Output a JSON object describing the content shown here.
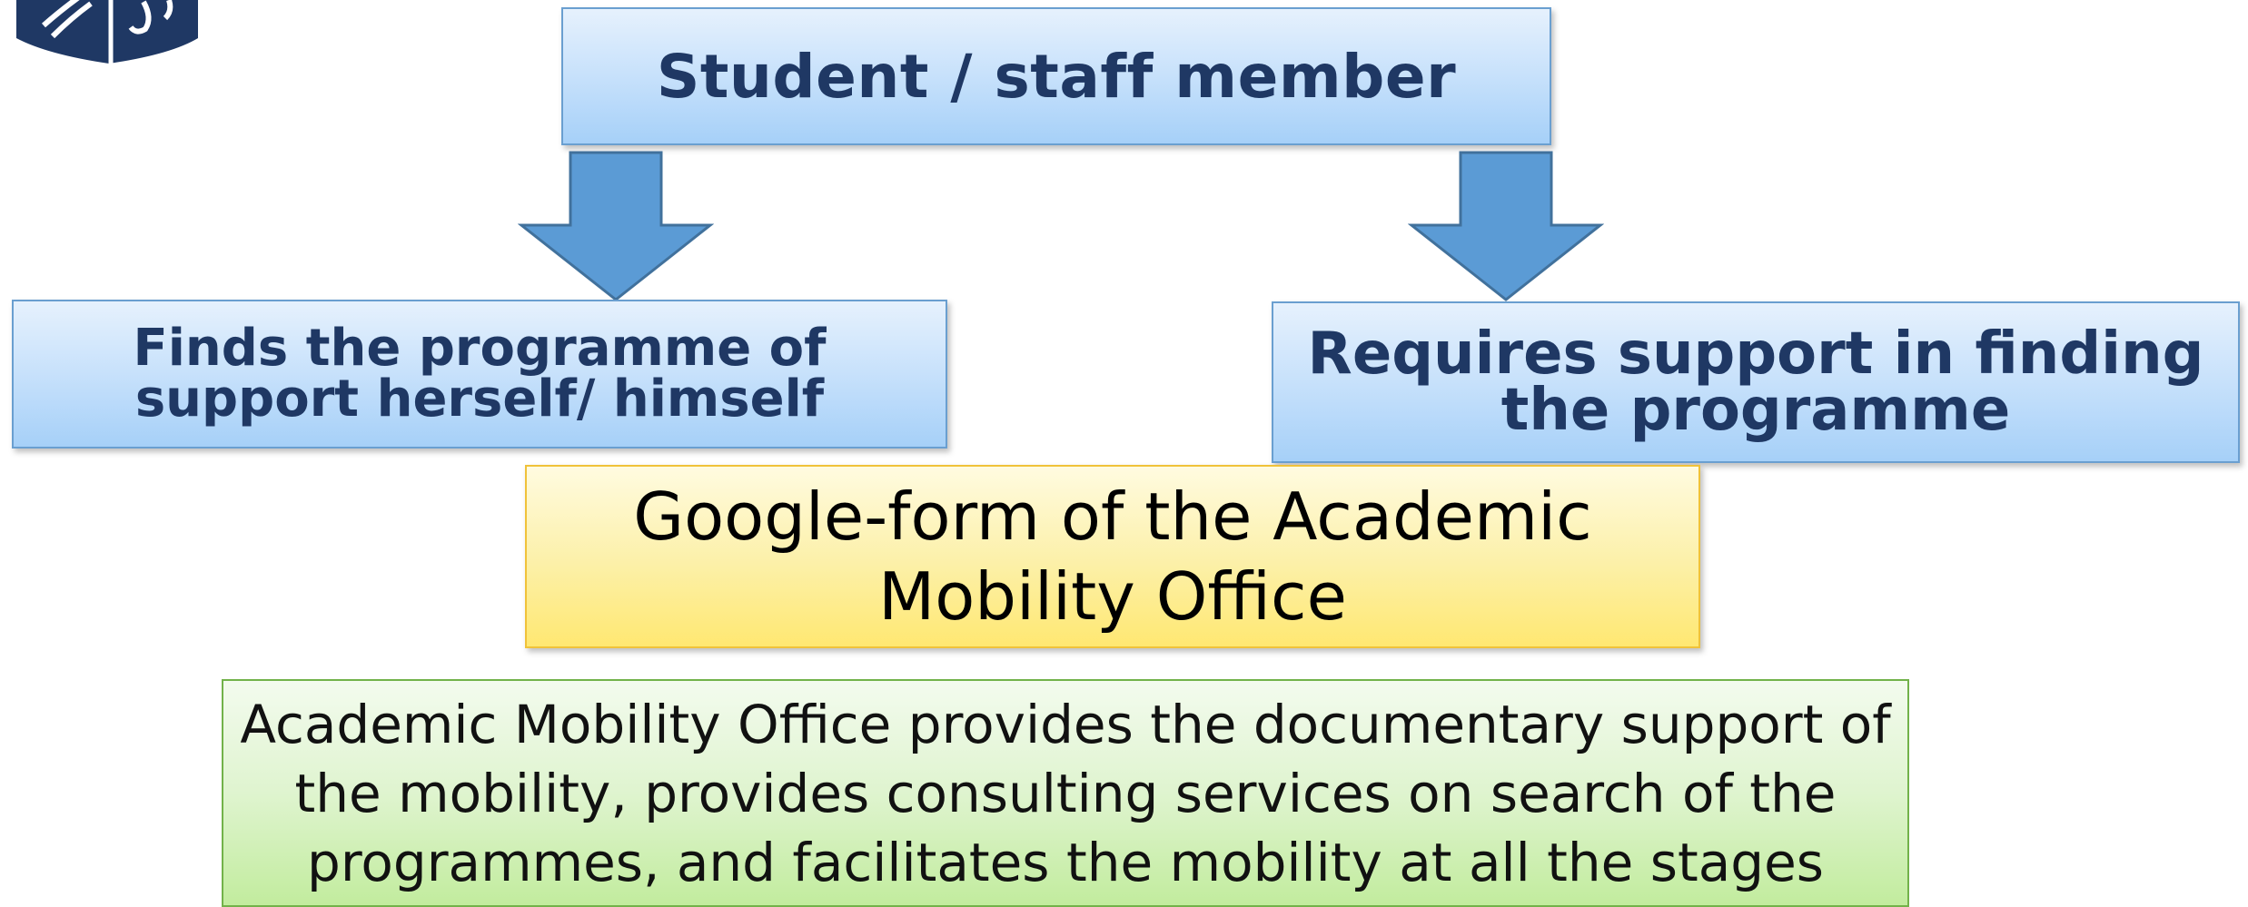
{
  "diagram": {
    "top_box": {
      "label": "Student / staff member"
    },
    "left_box": {
      "label": "Finds the programme of support herself/ himself"
    },
    "right_box": {
      "label": "Requires support in finding the programme"
    },
    "yellow_box": {
      "label": "Google-form of the Academic Mobility Office"
    },
    "green_box": {
      "label": "Academic Mobility Office provides the documentary support of the mobility, provides consulting services on search of the programmes, and facilitates the mobility at all the stages"
    }
  },
  "colors": {
    "blue_box_text": "#1f3864",
    "blue_box_border": "#6a9fd0",
    "arrow_fill": "#5b9bd5",
    "arrow_stroke": "#41719c",
    "yellow_border": "#f0c23a",
    "green_border": "#72b24a",
    "logo": "#1f3864"
  },
  "icons": {
    "logo": "university-shield-icon",
    "arrow": "down-arrow-icon"
  }
}
